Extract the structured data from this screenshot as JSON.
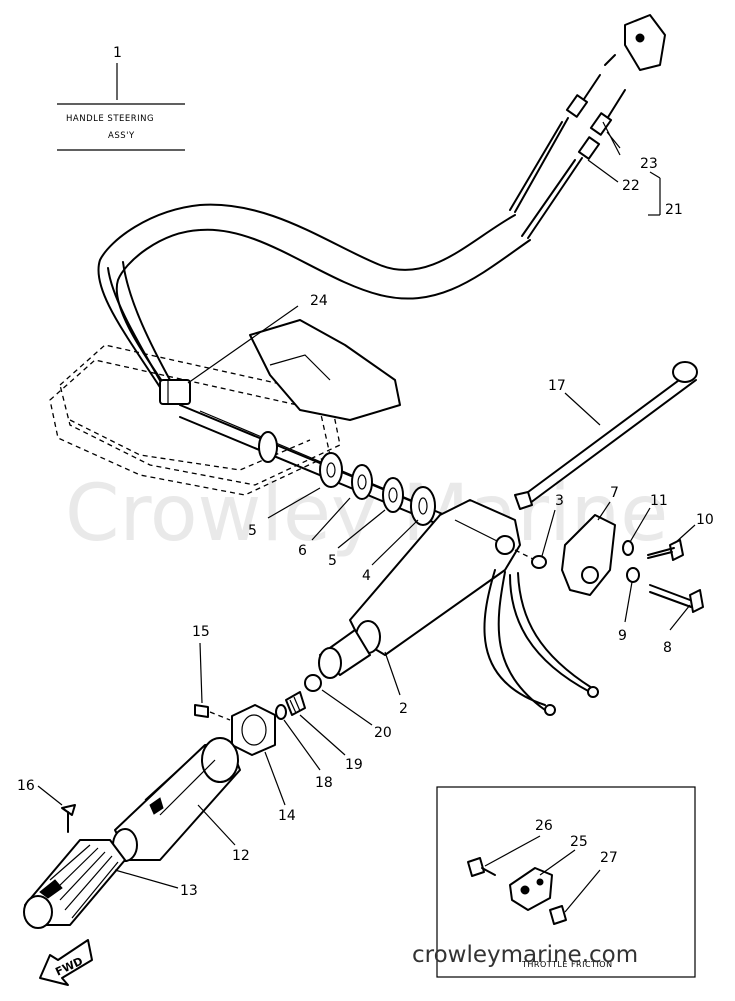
{
  "diagram": {
    "title_block": {
      "number": "1",
      "line1": "HANDLE STEERING",
      "line2": "ASS'Y"
    },
    "watermark": "Crowley Marine",
    "site": "crowleymarine.com",
    "inset_caption": "THROTTLE FRICTION",
    "fwd_label": "FWD",
    "labels": {
      "p2": "2",
      "p3": "3",
      "p4": "4",
      "p5a": "5",
      "p5b": "5",
      "p6": "6",
      "p7": "7",
      "p8": "8",
      "p9": "9",
      "p10": "10",
      "p11": "11",
      "p12": "12",
      "p13": "13",
      "p14": "14",
      "p15": "15",
      "p16": "16",
      "p17": "17",
      "p18": "18",
      "p19": "19",
      "p20": "20",
      "p21": "21",
      "p22": "22",
      "p23": "23",
      "p24": "24",
      "p25": "25",
      "p26": "26",
      "p27": "27"
    }
  }
}
